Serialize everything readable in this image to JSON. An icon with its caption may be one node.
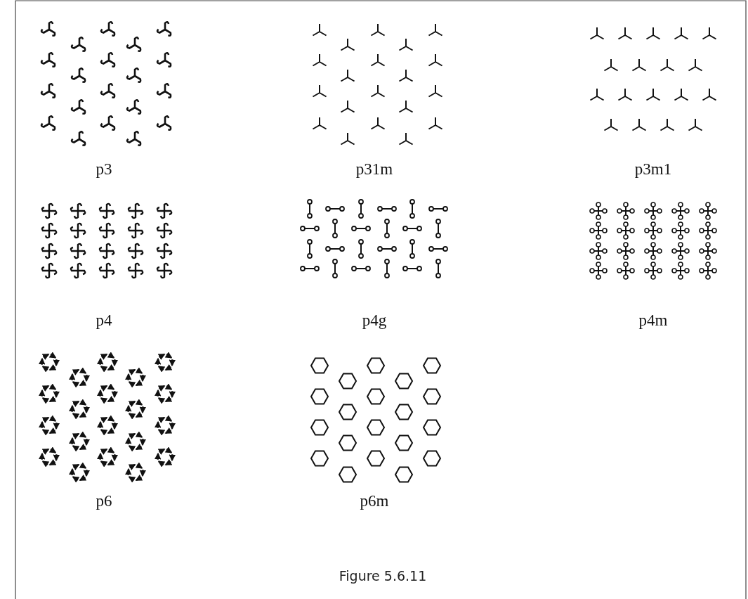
{
  "diagram": {
    "caption": "Figure 5.6.11",
    "labels": [
      "p3",
      "p31m",
      "p3m1",
      "p4",
      "p4g",
      "p4m",
      "p6",
      "p6m"
    ]
  }
}
